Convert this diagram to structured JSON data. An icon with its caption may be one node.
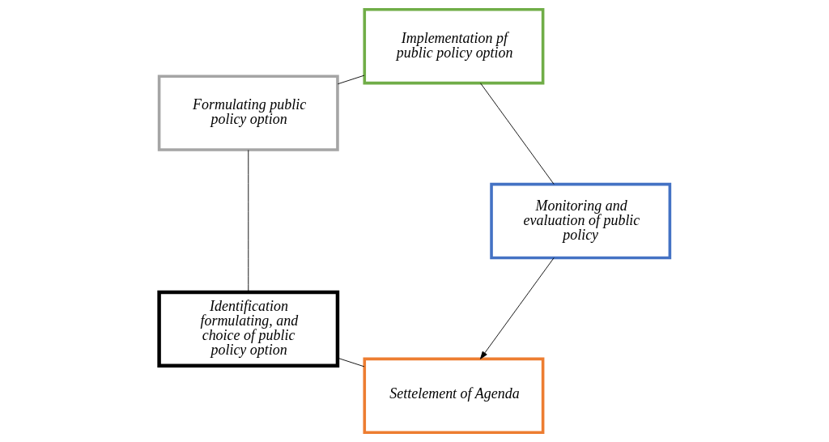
{
  "diagram": {
    "nodes": [
      {
        "text": [
          "Settelement of Agenda"
        ]
      },
      {
        "text": [
          "Identification formulating, and choice of public policy option"
        ]
      },
      {
        "text": [
          "Formulating public policy option"
        ]
      },
      {
        "text": [
          "Implementation pf public policy option"
        ]
      },
      {
        "text": [
          "Monitoring and evaluation of public policy"
        ]
      }
    ],
    "edges": [
      {
        "from": 4,
        "to": 0,
        "arrow": "to"
      },
      {
        "from": 0,
        "to": 1,
        "arrow": "none"
      },
      {
        "from": 1,
        "to": 2,
        "arrow": "none"
      },
      {
        "from": 2,
        "to": 3,
        "arrow": "none"
      },
      {
        "from": 3,
        "to": 4,
        "arrow": "none"
      }
    ]
  }
}
